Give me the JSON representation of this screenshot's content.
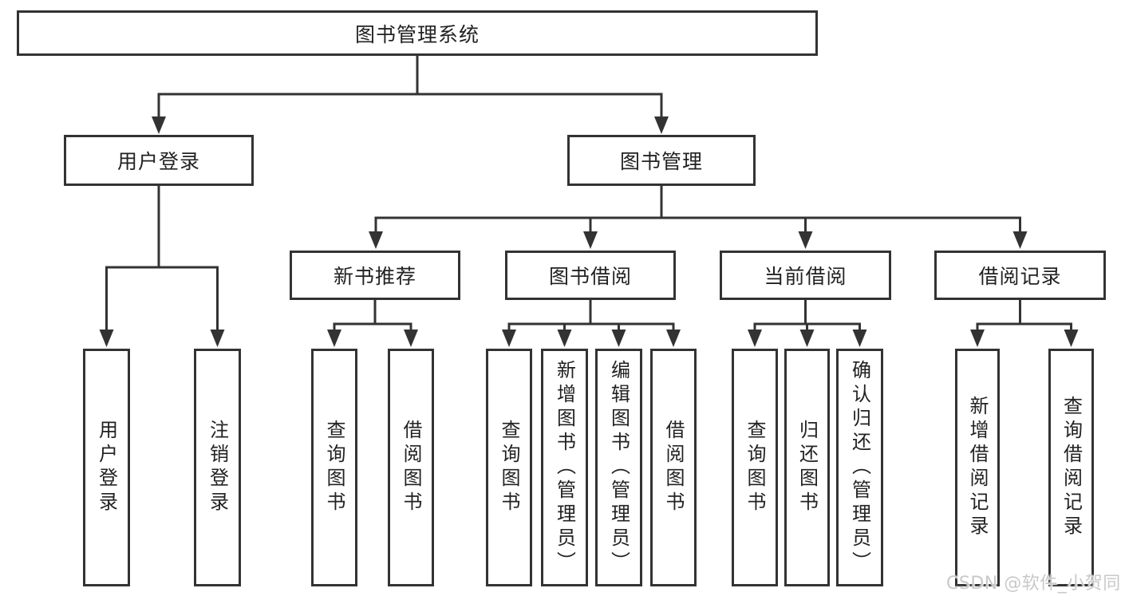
{
  "diagram": {
    "tree": {
      "root": {
        "label": "图书管理系统"
      },
      "branches": [
        {
          "label": "用户登录",
          "leaves": [
            {
              "label": "用户登录"
            },
            {
              "label": "注销登录"
            }
          ]
        },
        {
          "label": "图书管理",
          "groups": [
            {
              "label": "新书推荐",
              "leaves": [
                {
                  "label": "查询图书"
                },
                {
                  "label": "借阅图书"
                }
              ]
            },
            {
              "label": "图书借阅",
              "leaves": [
                {
                  "label": "查询图书"
                },
                {
                  "label": "新增图书（管理员）"
                },
                {
                  "label": "编辑图书（管理员）"
                },
                {
                  "label": "借阅图书"
                }
              ]
            },
            {
              "label": "当前借阅",
              "leaves": [
                {
                  "label": "查询图书"
                },
                {
                  "label": "归还图书"
                },
                {
                  "label": "确认归还（管理员）"
                }
              ]
            },
            {
              "label": "借阅记录",
              "leaves": [
                {
                  "label": "新增借阅记录"
                },
                {
                  "label": "查询借阅记录"
                }
              ]
            }
          ]
        }
      ]
    },
    "line_color": "#333333",
    "box_background": "#ffffff"
  },
  "watermark": {
    "text": "CSDN @软件_小贺同学"
  }
}
